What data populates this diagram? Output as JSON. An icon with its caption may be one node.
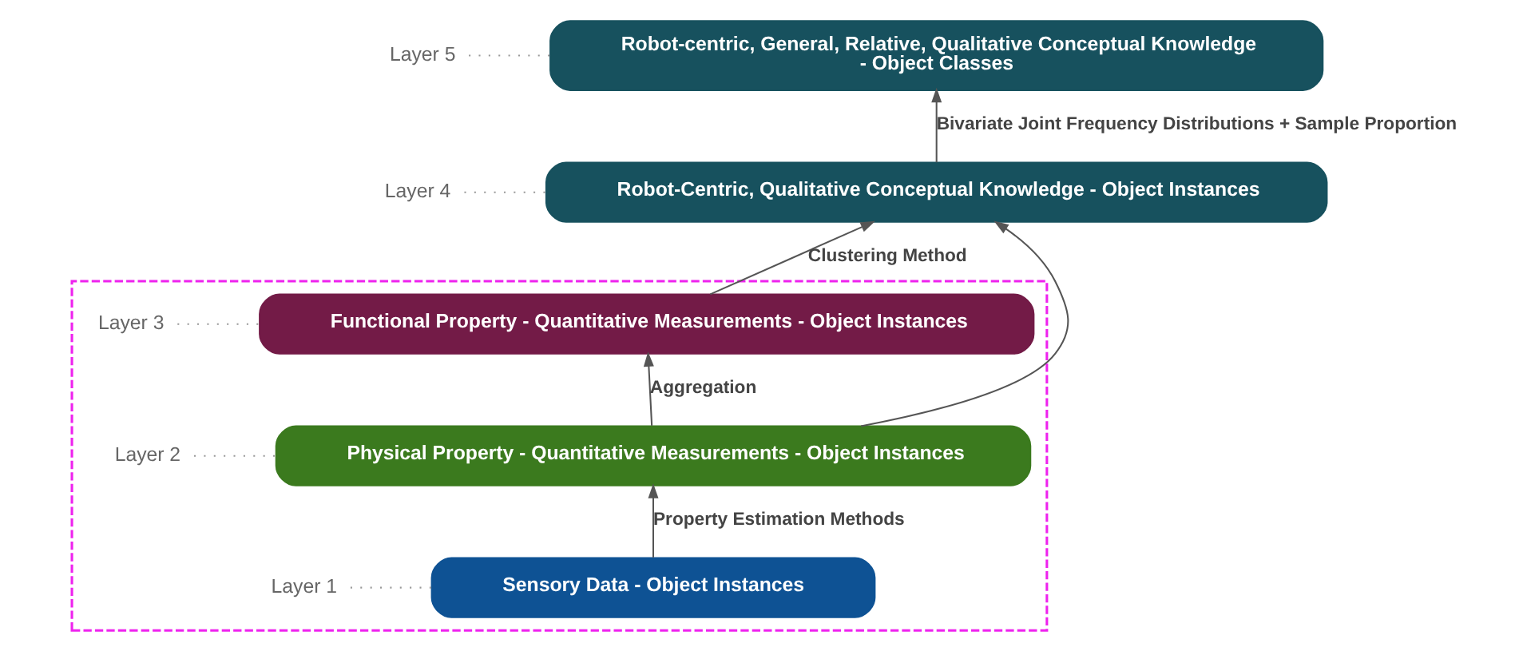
{
  "diagram": {
    "nodes": [
      {
        "text": [
          "Layer 5"
        ]
      },
      {
        "text": [
          "Robot-centric, General, Relative, Qualitative Conceptual Knowledge - Object Classes"
        ]
      },
      {
        "text": [
          "Layer 4"
        ]
      },
      {
        "text": [
          "Robot-Centric, Qualitative Conceptual Knowledge - Object Instances"
        ]
      },
      {
        "text": [],
        "shape": "box"
      },
      {
        "text": [
          "Layer 3"
        ],
        "in": 4
      },
      {
        "text": [
          "Functional Property - Quantitative Measurements - Object Instances"
        ],
        "in": 4
      },
      {
        "text": [
          "Layer 2"
        ],
        "in": 4
      },
      {
        "text": [
          "Physical Property - Quantitative Measurements - Object Instances"
        ],
        "in": 4
      },
      {
        "text": [
          "Layer 1"
        ],
        "in": 4
      },
      {
        "text": [
          "Sensory Data - Object Instances"
        ],
        "in": 4
      }
    ],
    "edges": [
      {
        "from": 0,
        "to": 1,
        "arrow": "none",
        "style": "dashed",
        "color": "#999999"
      },
      {
        "from": 2,
        "to": 3,
        "arrow": "none",
        "style": "dashed",
        "color": "#999999"
      },
      {
        "from": 5,
        "to": 6,
        "arrow": "none",
        "style": "dashed",
        "color": "#999999"
      },
      {
        "from": 7,
        "to": 8,
        "arrow": "none",
        "style": "dashed",
        "color": "#999999"
      },
      {
        "from": 9,
        "to": 10,
        "arrow": "none",
        "style": "dashed",
        "color": "#999999"
      },
      {
        "from": 10,
        "to": 8,
        "arrow": "to",
        "label": "Property Estimation Methods"
      },
      {
        "from": 8,
        "to": 6,
        "arrow": "to",
        "label": "Aggregation"
      },
      {
        "from": 6,
        "to": 3,
        "arrow": "to",
        "label": "Clustering Method"
      },
      {
        "from": 3,
        "to": 1,
        "arrow": "to",
        "label": "Bivariate Joint Frequency Distributions + Sample Proportion"
      },
      {
        "from": 8,
        "to": 3,
        "arrow": "to"
      }
    ]
  }
}
